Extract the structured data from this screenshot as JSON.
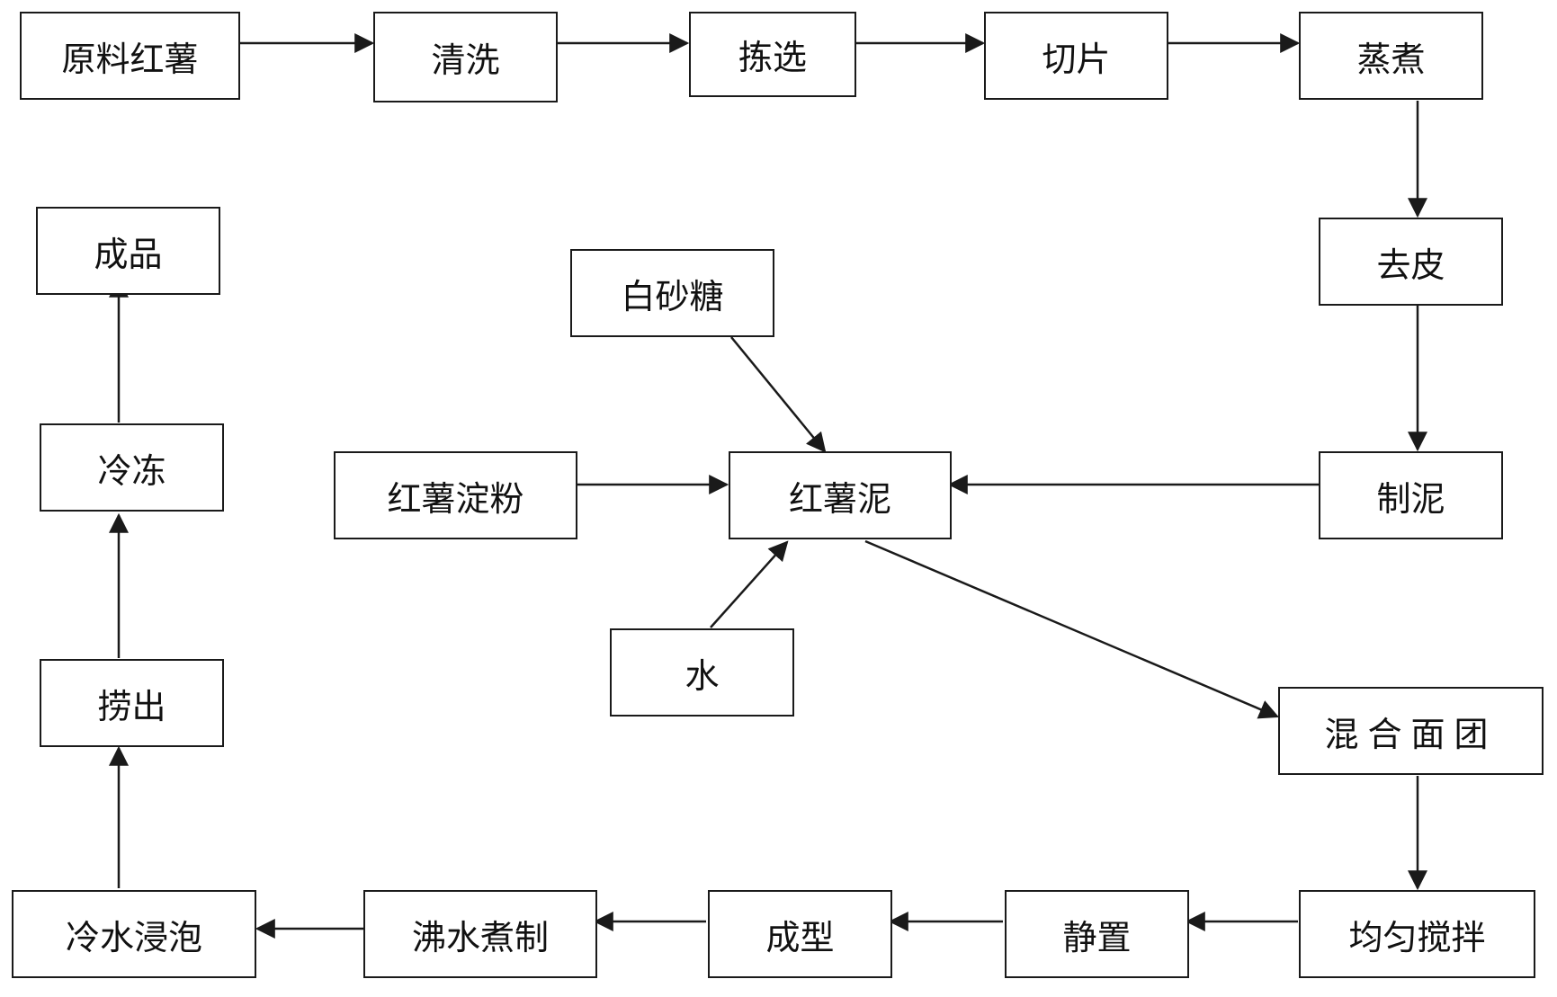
{
  "diagram": {
    "nodes": {
      "raw_sweet_potato": "原料红薯",
      "wash": "清洗",
      "sort": "拣选",
      "slice": "切片",
      "steam": "蒸煮",
      "peel": "去皮",
      "make_paste": "制泥",
      "sweet_potato_paste": "红薯泥",
      "white_sugar": "白砂糖",
      "sweet_potato_starch": "红薯淀粉",
      "water": "水",
      "mixed_dough": "混合面团",
      "stir_evenly": "均匀搅拌",
      "rest": "静置",
      "shape": "成型",
      "boil": "沸水煮制",
      "cold_soak": "冷水浸泡",
      "remove": "捞出",
      "freeze": "冷冻",
      "finished_product": "成品"
    },
    "edges": [
      [
        "raw_sweet_potato",
        "wash"
      ],
      [
        "wash",
        "sort"
      ],
      [
        "sort",
        "slice"
      ],
      [
        "slice",
        "steam"
      ],
      [
        "steam",
        "peel"
      ],
      [
        "peel",
        "make_paste"
      ],
      [
        "make_paste",
        "sweet_potato_paste"
      ],
      [
        "white_sugar",
        "sweet_potato_paste"
      ],
      [
        "sweet_potato_starch",
        "sweet_potato_paste"
      ],
      [
        "water",
        "sweet_potato_paste"
      ],
      [
        "sweet_potato_paste",
        "mixed_dough"
      ],
      [
        "mixed_dough",
        "stir_evenly"
      ],
      [
        "stir_evenly",
        "rest"
      ],
      [
        "rest",
        "shape"
      ],
      [
        "shape",
        "boil"
      ],
      [
        "boil",
        "cold_soak"
      ],
      [
        "cold_soak",
        "remove"
      ],
      [
        "remove",
        "freeze"
      ],
      [
        "freeze",
        "finished_product"
      ]
    ],
    "colors": {
      "line": "#1a1a1a",
      "text": "#111111",
      "background": "#ffffff"
    }
  }
}
